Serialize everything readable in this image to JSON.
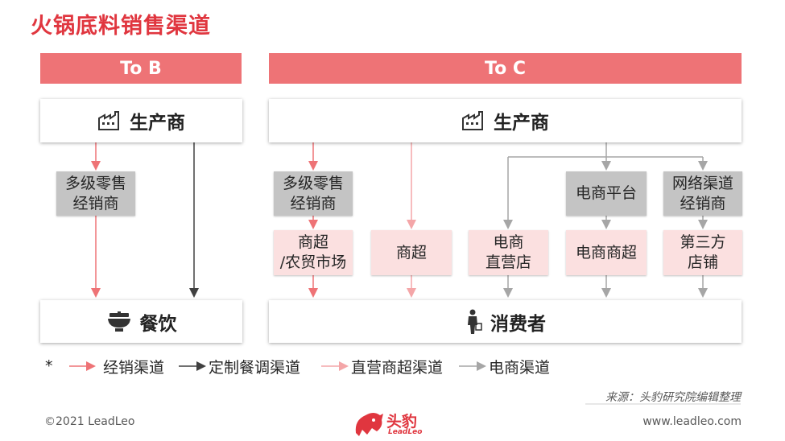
{
  "title": "火锅底料销售渠道",
  "banners": {
    "to_b": "To B",
    "to_c": "To C"
  },
  "producer": "生产商",
  "to_b": {
    "retail_distributor": "多级零售\n经销商",
    "restaurant": "餐饮"
  },
  "to_c": {
    "retail_distributor": "多级零售\n经销商",
    "ecommerce_platform": "电商平台",
    "online_distributor": "网络渠道\n经销商",
    "supermarket_market": "商超\n/农贸市场",
    "supermarket": "商超",
    "ecommerce_direct": "电商\n直营店",
    "ecommerce_supermarket": "电商商超",
    "third_party_store": "第三方\n店铺",
    "consumer": "消费者"
  },
  "legend": {
    "asterisk": "*",
    "items": [
      {
        "label": "经销渠道",
        "color": "#ee7376"
      },
      {
        "label": "定制餐调渠道",
        "color": "#404040"
      },
      {
        "label": "直营商超渠道",
        "color": "#f4a6a8"
      },
      {
        "label": "电商渠道",
        "color": "#a6a6a6"
      }
    ]
  },
  "source": "来源：头豹研究院编辑整理",
  "footer": {
    "copyright": "©2021 LeadLeo",
    "logo_text": "头豹",
    "logo_sub": "LeadLeo",
    "website": "www.leadleo.com"
  },
  "colors": {
    "title": "#e0363f",
    "banner": "#ee7376",
    "gray_box": "#c4c4c4",
    "pink_box": "#fbe0e0"
  }
}
